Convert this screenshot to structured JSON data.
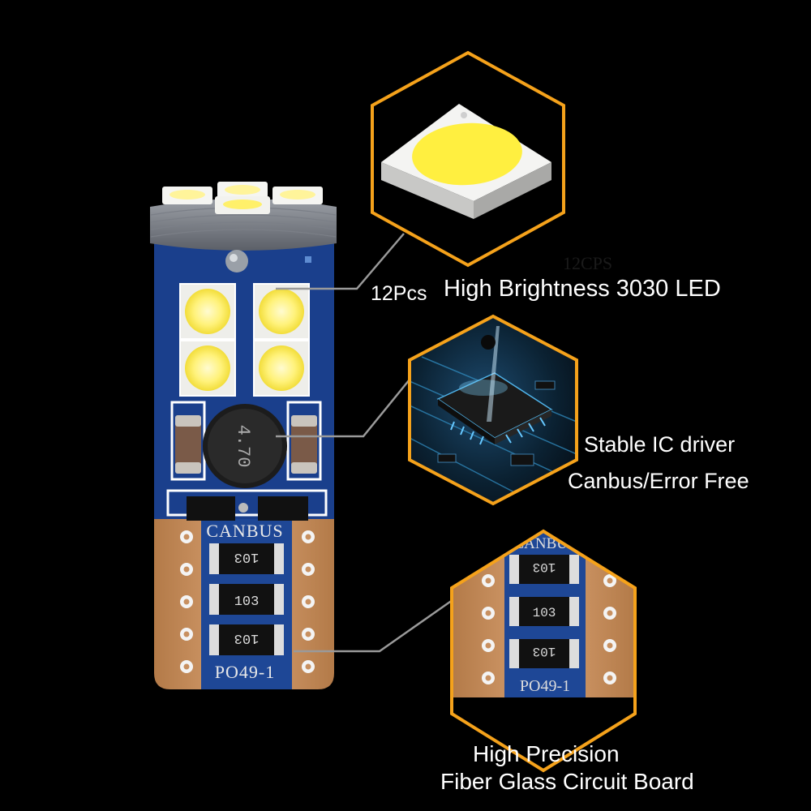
{
  "colors": {
    "background": "#000000",
    "accent_orange": "#f5a21b",
    "pcb_blue": "#1a3f8c",
    "copper": "#c89060",
    "led_yellow": "#ffef58",
    "callout_line": "#9a9a9a"
  },
  "bulb": {
    "top_label": "CANBUS",
    "bottom_label": "PO49-1",
    "inductor_marking": "4.70",
    "resistor_markings": [
      "103",
      "103",
      "103"
    ]
  },
  "callouts": {
    "led": {
      "ghost_text": "12CPS",
      "count": "12Pcs",
      "text": "High Brightness 3030 LED"
    },
    "ic": {
      "line1": "Stable IC driver",
      "line2": "Canbus/Error Free"
    },
    "board": {
      "line1": "High Precision",
      "line2": "Fiber Glass Circuit Board",
      "zoom_top_label": "CANBUS",
      "zoom_bottom_label": "PO49-1",
      "zoom_resistor_markings": [
        "103",
        "103",
        "103"
      ]
    }
  }
}
